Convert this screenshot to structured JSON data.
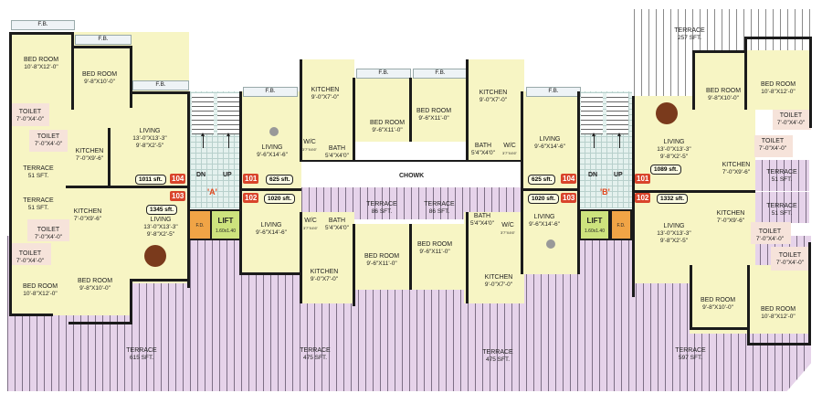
{
  "plan": {
    "chowk_label": "CHOWK",
    "wings": {
      "a": "'A'",
      "b": "'B'"
    },
    "stairs": {
      "dn": "DN",
      "up": "UP"
    },
    "lift": {
      "a_label": "LIFT",
      "a_size": "1.60x1.40",
      "b_label": "LIFT",
      "b_size": "1.60x1.40"
    },
    "fd_label": "F.D.",
    "fb_label": "F.B.",
    "colors": {
      "room": "#f7f5c4",
      "terrace": "#e6d3ea",
      "wall": "#1b1b1b",
      "flat_number": "#d9442b",
      "lift": "#cde37d",
      "fd": "#f0a446",
      "stair": "#e4f1ee"
    }
  },
  "flats": {
    "a104": {
      "number": "104",
      "area": "1011 sft."
    },
    "a103": {
      "number": "103",
      "area": "1345 sft."
    },
    "a101": {
      "number": "101",
      "area": "625 sft."
    },
    "a102": {
      "number": "102",
      "area": "1020 sft."
    },
    "b104": {
      "number": "104",
      "area": "625 sft."
    },
    "b103": {
      "number": "103",
      "area": "1020 sft."
    },
    "b101": {
      "number": "101",
      "area": "1089 sft."
    },
    "b102": {
      "number": "102",
      "area": "1332 sft."
    }
  },
  "rooms": {
    "r104_bed1": {
      "name": "BED ROOM",
      "dim": "10'-8\"X12'-0\""
    },
    "r104_bed2": {
      "name": "BED ROOM",
      "dim": "9'-8\"X10'-0\""
    },
    "r104_toilet1": {
      "name": "TOILET",
      "dim": "7'-0\"X4'-0\""
    },
    "r104_toilet2": {
      "name": "TOILET",
      "dim": "7'-0\"X4'-0\""
    },
    "r104_kitchen": {
      "name": "KITCHEN",
      "dim": "7'-0\"X9'-6\""
    },
    "r104_living": {
      "name": "LIVING",
      "dim": "13'-0\"X13'-3\"",
      "dim2": "9'-8\"X2'-5\""
    },
    "r103_kitchen": {
      "name": "KITCHEN",
      "dim": "7'-0\"X9'-6\""
    },
    "r103_living": {
      "name": "LIVING",
      "dim": "13'-0\"X13'-3\"",
      "dim2": "9'-8\"X2'-5\""
    },
    "r103_toilet1": {
      "name": "TOILET",
      "dim": "7'-0\"X4'-0\""
    },
    "r103_toilet2": {
      "name": "TOILET",
      "dim": "7'-0\"X4'-0\""
    },
    "r103_bed1": {
      "name": "BED ROOM",
      "dim": "10'-8\"X12'-0\""
    },
    "r103_bed2": {
      "name": "BED ROOM",
      "dim": "9'-8\"X10'-0\""
    },
    "a101_living": {
      "name": "LIVING",
      "dim": "9'-6\"X14'-6\""
    },
    "a101_kitchen": {
      "name": "KITCHEN",
      "dim": "9'-0\"X7'-0\""
    },
    "a101_bed": {
      "name": "BED ROOM",
      "dim": "9'-6\"X11'-0\""
    },
    "a101_wc": {
      "name": "W/C",
      "dim": "3'7\"X4'6\""
    },
    "a101_bath": {
      "name": "BATH",
      "dim": "5'4\"X4'0\""
    },
    "a102_living": {
      "name": "LIVING",
      "dim": "9'-6\"X14'-6\""
    },
    "a102_wc": {
      "name": "W/C",
      "dim": "3'7\"X4'6\""
    },
    "a102_bath": {
      "name": "BATH",
      "dim": "5'4\"X4'0\""
    },
    "a102_bed": {
      "name": "BED ROOM",
      "dim": "9'-6\"X11'-0\""
    },
    "a102_kitchen": {
      "name": "KITCHEN",
      "dim": "9'-0\"X7'-0\""
    },
    "b104_bed": {
      "name": "BED ROOM",
      "dim": "9'-6\"X11'-0\""
    },
    "b104_kitchen": {
      "name": "KITCHEN",
      "dim": "9'-0\"X7'-0\""
    },
    "b104_bath": {
      "name": "BATH",
      "dim": "5'4\"X4'0\""
    },
    "b104_wc": {
      "name": "W/C",
      "dim": "3'7\"X4'6\""
    },
    "b104_living": {
      "name": "LIVING",
      "dim": "9'-6\"X14'-6\""
    },
    "b103_bath": {
      "name": "BATH",
      "dim": "5'4\"X4'0\""
    },
    "b103_wc": {
      "name": "W/C",
      "dim": "3'7\"X4'6\""
    },
    "b103_living": {
      "name": "LIVING",
      "dim": "9'-6\"X14'-6\""
    },
    "b103_bed": {
      "name": "BED ROOM",
      "dim": "9'-6\"X11'-0\""
    },
    "b103_kitchen": {
      "name": "KITCHEN",
      "dim": "9'-0\"X7'-0\""
    },
    "b101_bed1": {
      "name": "BED ROOM",
      "dim": "9'-8\"X10'-0\""
    },
    "b101_bed2": {
      "name": "BED ROOM",
      "dim": "10'-8\"X12'-0\""
    },
    "b101_toilet1": {
      "name": "TOILET",
      "dim": "7'-0\"X4'-0\""
    },
    "b101_toilet2": {
      "name": "TOILET",
      "dim": "7'-0\"X4'-0\""
    },
    "b101_living": {
      "name": "LIVING",
      "dim": "13'-0\"X13'-3\"",
      "dim2": "9'-8\"X2'-5\""
    },
    "b101_kitchen": {
      "name": "KITCHEN",
      "dim": "7'-0\"X9'-6\""
    },
    "b102_living": {
      "name": "LIVING",
      "dim": "13'-0\"X13'-3\"",
      "dim2": "9'-8\"X2'-5\""
    },
    "b102_kitchen": {
      "name": "KITCHEN",
      "dim": "7'-0\"X9'-6\""
    },
    "b102_toilet1": {
      "name": "TOILET",
      "dim": "7'-0\"X4'-0\""
    },
    "b102_toilet2": {
      "name": "TOILET",
      "dim": "7'-0\"X4'-0\""
    },
    "b102_bed1": {
      "name": "BED ROOM",
      "dim": "9'-8\"X10'-0\""
    },
    "b102_bed2": {
      "name": "BED ROOM",
      "dim": "10'-8\"X12'-0\""
    }
  },
  "terraces": {
    "t_left_top": {
      "name": "TERRACE",
      "area": "51 SFT."
    },
    "t_left_bot": {
      "name": "TERRACE",
      "area": "51 SFT."
    },
    "t_chowk_l": {
      "name": "TERRACE",
      "area": "86 SFT."
    },
    "t_chowk_r": {
      "name": "TERRACE",
      "area": "86 SFT."
    },
    "t_right_top": {
      "name": "TERRACE",
      "area": "51 SFT."
    },
    "t_right_bot": {
      "name": "TERRACE",
      "area": "51 SFT."
    },
    "t_top_right": {
      "name": "TERRACE",
      "area": "257 SFT."
    },
    "t_bottom_1": {
      "name": "TERRACE",
      "area": "615 SFT."
    },
    "t_bottom_2": {
      "name": "TERRACE",
      "area": "475 SFT."
    },
    "t_bottom_3": {
      "name": "TERRACE",
      "area": "475 SFT."
    },
    "t_bottom_4": {
      "name": "TERRACE",
      "area": "597 SFT."
    }
  }
}
